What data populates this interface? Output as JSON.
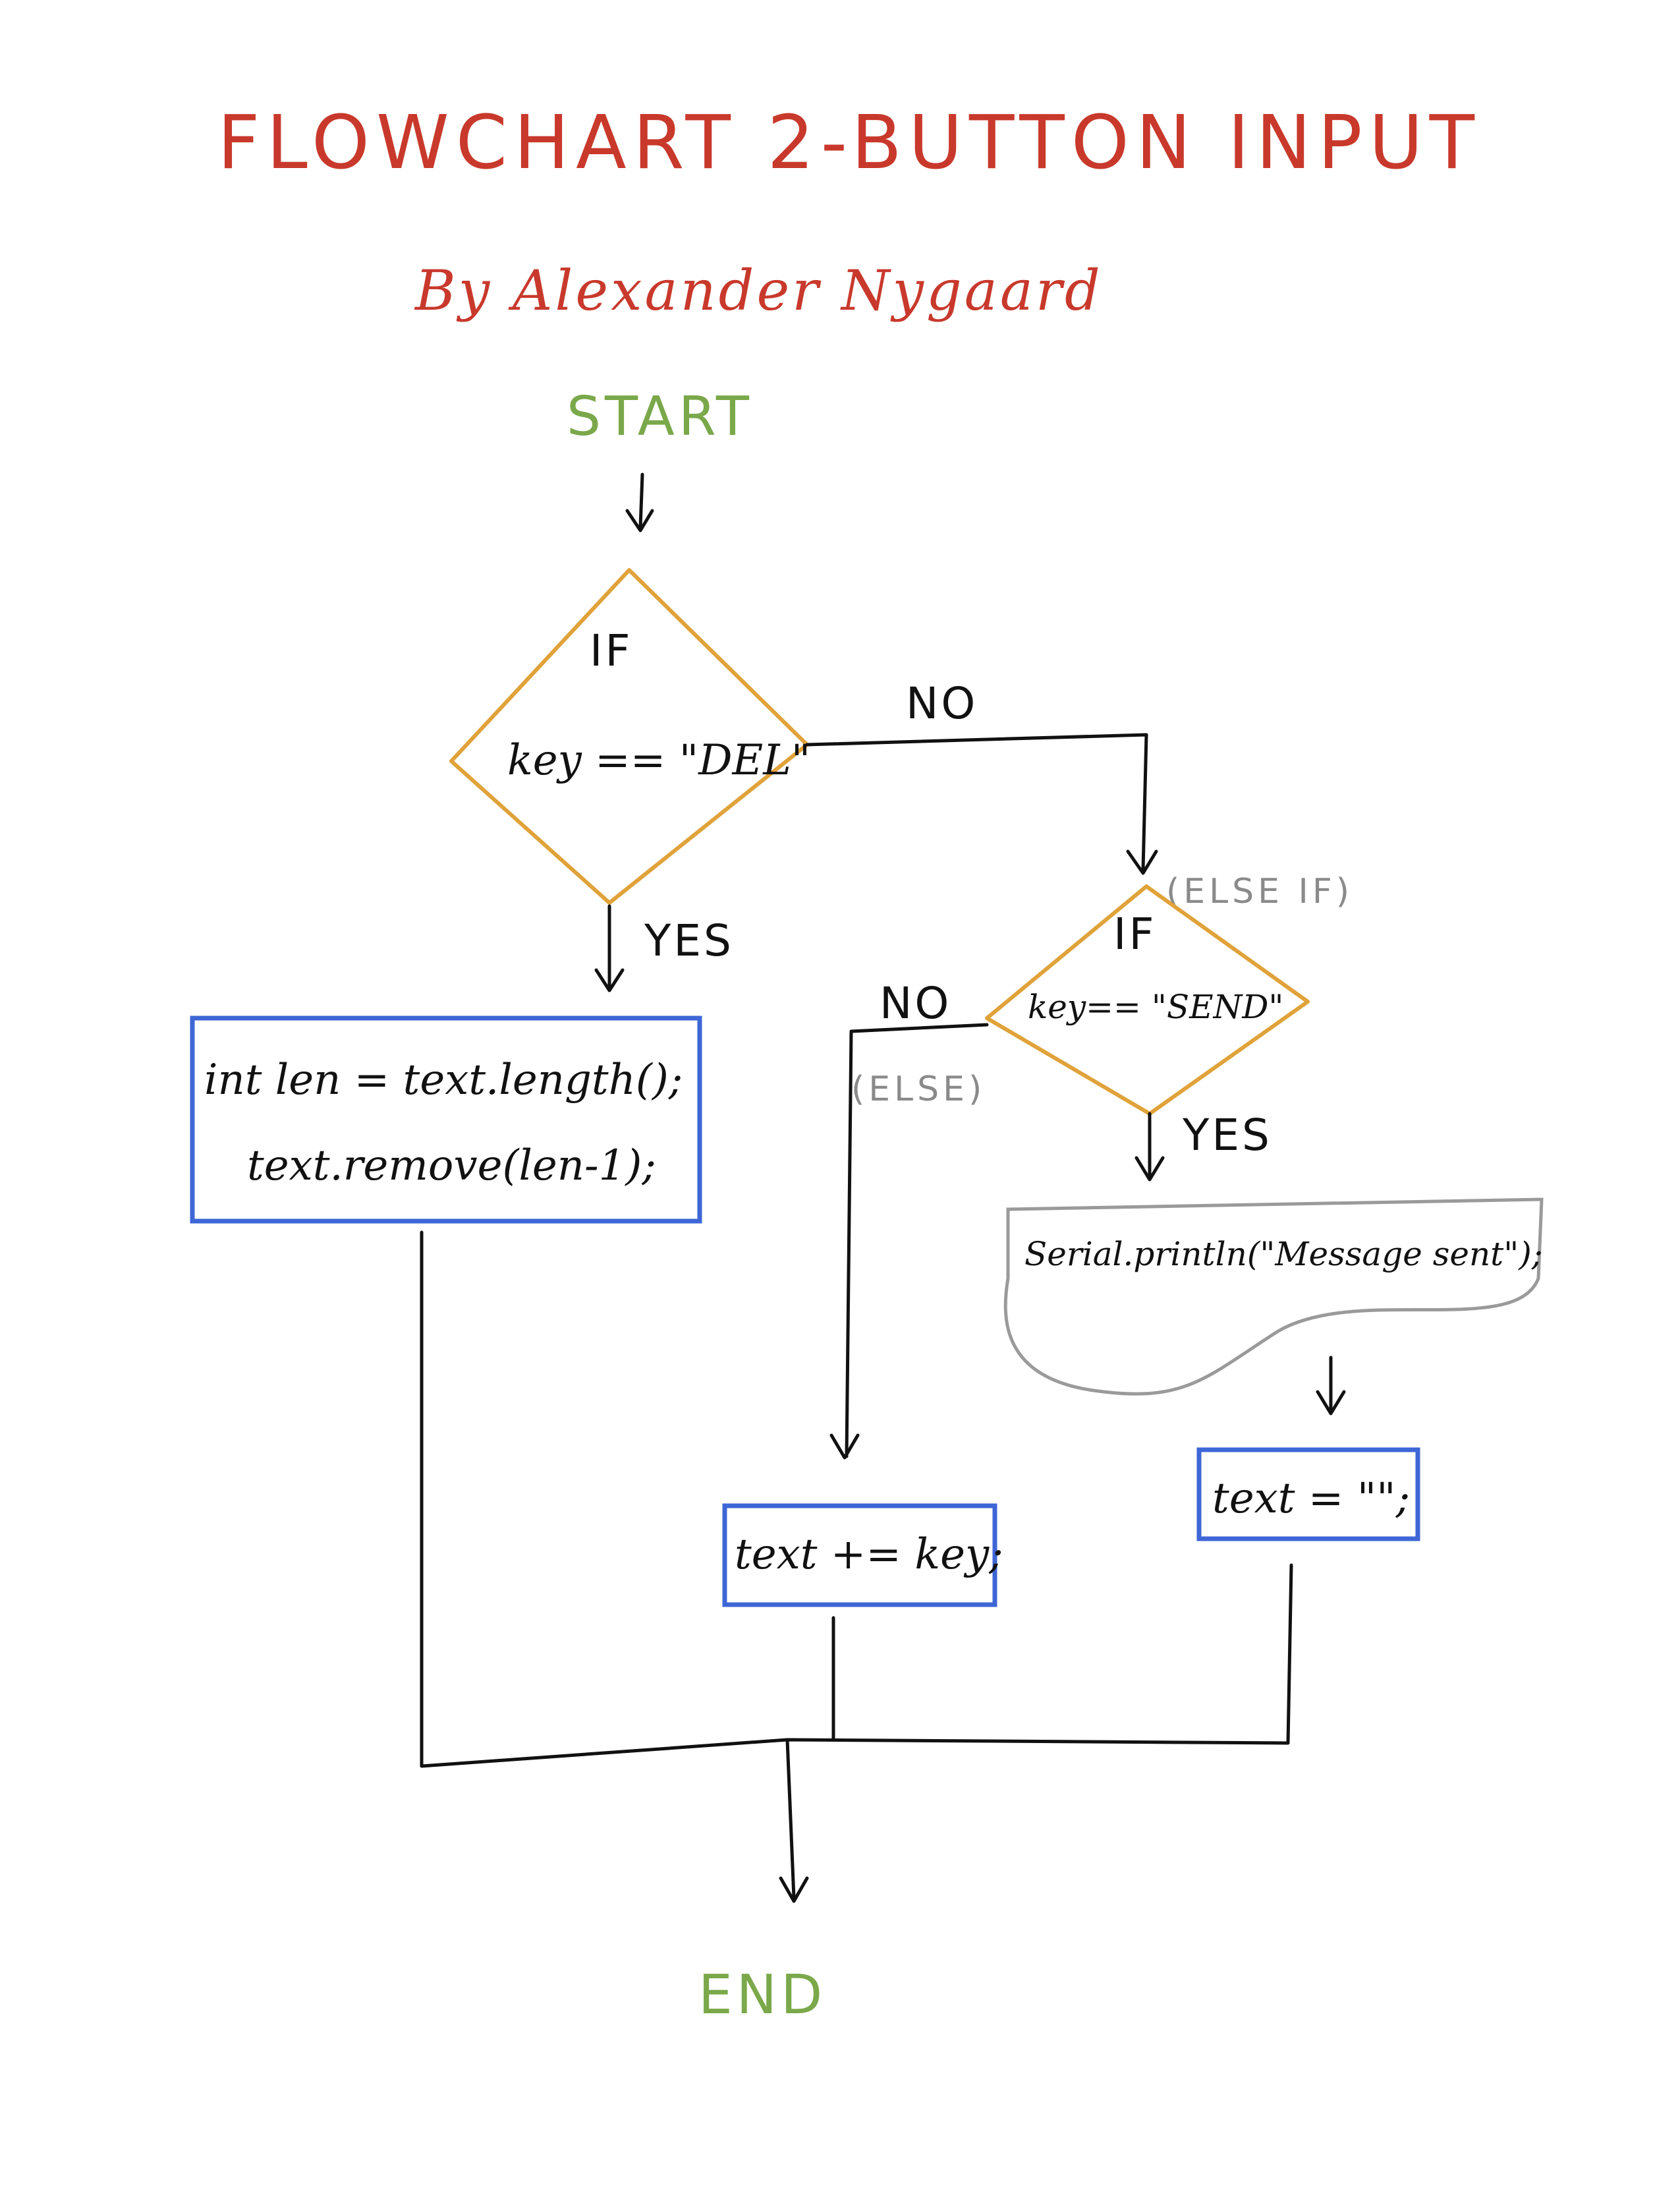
{
  "title": "FLOWCHART 2-BUTTON INPUT",
  "author": "By Alexander Nygaard",
  "nodes": {
    "start": "START",
    "decision_del": {
      "keyword": "IF",
      "condition": "key == \"DEL\""
    },
    "delete_block": {
      "line1": "int len = text.length();",
      "line2": "text.remove(len-1);"
    },
    "decision_send": {
      "note": "(ELSE IF)",
      "keyword": "IF",
      "condition": "key== \"SEND\""
    },
    "send_output": "Serial.println(\"Message sent\");",
    "clear_block": "text = \"\";",
    "else_note": "(ELSE)",
    "append_block": "text += key;",
    "end": "END"
  },
  "edge_labels": {
    "del_no": "NO",
    "del_yes": "YES",
    "send_no": "NO",
    "send_yes": "YES"
  },
  "colors": {
    "title": "#c8392c",
    "terminal": "#7aa84a",
    "decision_border": "#e0a23a",
    "process_border": "#3d66d6",
    "output_border": "#9a9a9a",
    "note": "#8a8a8a",
    "line": "#111111"
  }
}
